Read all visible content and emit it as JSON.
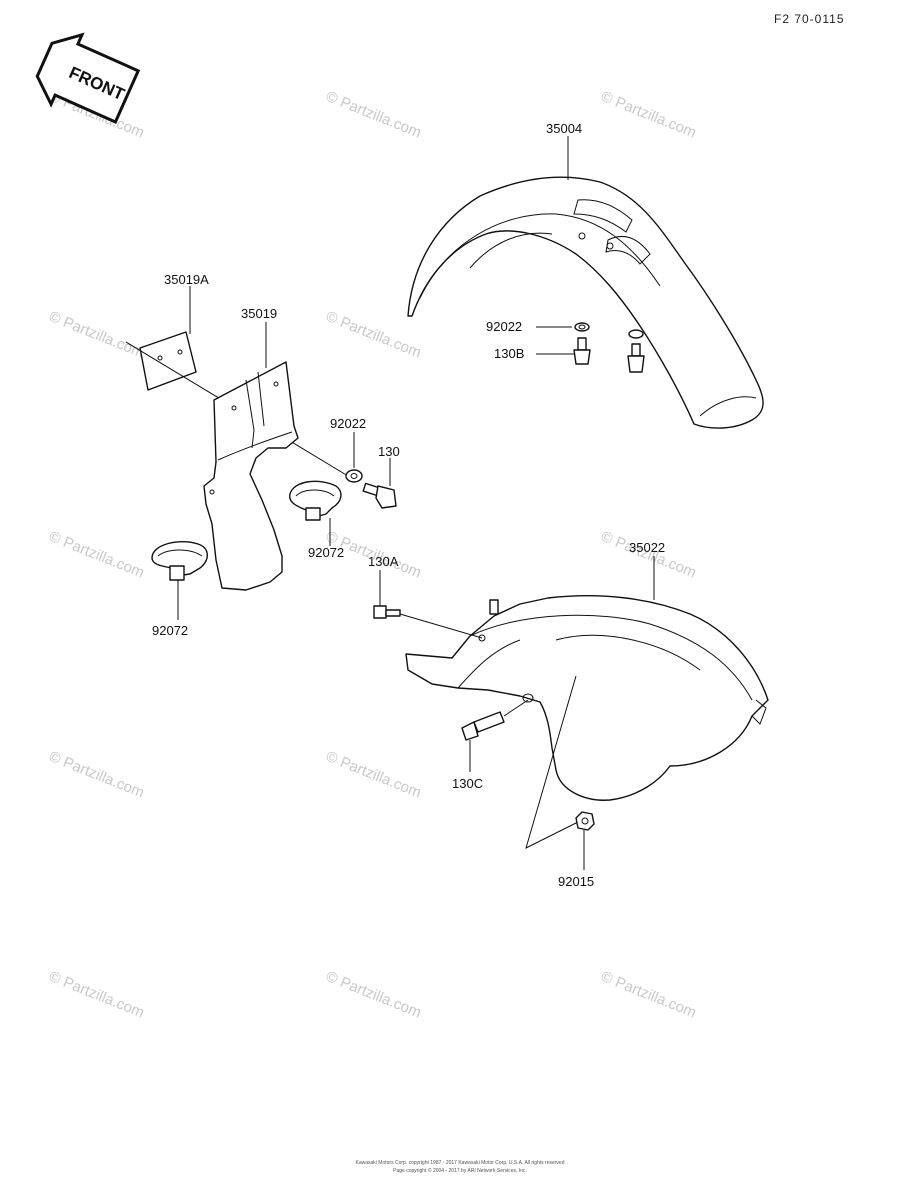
{
  "diagram_code": "F2 70-0115",
  "front_label": "FRONT",
  "watermark": {
    "text": "© Partzilla.com"
  },
  "parts": {
    "rear_fender_front": "35004",
    "nut_upper": "92022",
    "bolt_upper": "130B",
    "mud_flap_plate": "35019A",
    "mud_flap": "35019",
    "nut_mid": "92022",
    "bolt_mid": "130",
    "clamp_right": "92072",
    "clamp_left": "92072",
    "bolt_130a": "130A",
    "rear_fender": "35022",
    "bolt_130c": "130C",
    "nut_lower": "92015"
  },
  "footer": {
    "line1": "Kawasaki Motors Corp. copyright 1987 - 2017 Kawasaki Motor Corp. U.S.A. All rights reserved",
    "line2": "Page copyright © 2004 - 2017 by ARI Network Services, Inc."
  }
}
